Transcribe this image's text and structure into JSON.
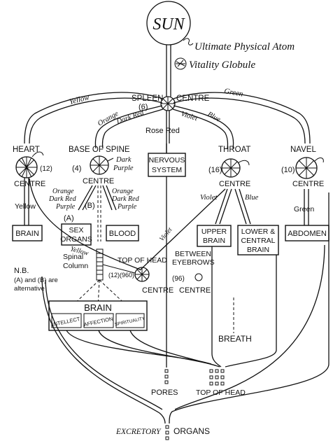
{
  "labels": {
    "sun": "SUN",
    "ultimate_atom": "Ultimate Physical Atom",
    "vitality_globule": "Vitality Globule",
    "spleen": "SPLEEN",
    "spleen_num": "(6)",
    "centre": "CENTRE",
    "yellow": "Yellow",
    "green": "Green",
    "orange": "Orange",
    "dark_red": "Dark Red",
    "violet": "Violet",
    "blue": "Blue",
    "rose_red": "Rose Red",
    "nervous_system_1": "NERVOUS",
    "nervous_system_2": "SYSTEM",
    "heart": "HEART",
    "heart_num": "(12)",
    "base_of_spine": "BASE OF SPINE",
    "base_num": "(4)",
    "dark_purple_1": "Dark",
    "dark_purple_2": "Purple",
    "throat": "THROAT",
    "throat_num": "(16)",
    "navel": "NAVEL",
    "navel_num": "(10)",
    "left_orange": "Orange",
    "left_darkred": "Dark Red",
    "left_purple": "Purple",
    "right_orange": "Orange",
    "right_darkred": "Dark Red",
    "right_purple": "Purple",
    "heart_yellow": "Yellow",
    "navel_green": "Green",
    "throat_violet": "Violet",
    "throat_blue": "Blue",
    "brain": "BRAIN",
    "a_label": "(A)",
    "b_label": "(B)",
    "sex_organs_1": "SEX",
    "sex_organs_2": "ORGANS",
    "blood": "BLOOD",
    "upper_brain_1": "UPPER",
    "upper_brain_2": "BRAIN",
    "lower_brain_1": "LOWER &",
    "lower_brain_2": "CENTRAL",
    "lower_brain_3": "BRAIN",
    "abdomen": "ABDOMEN",
    "spinal_1": "Spinal",
    "spinal_2": "Column",
    "spinal_yellow": "Yellow",
    "violet_diag": "Violet",
    "top_of_head": "TOP OF HEAD",
    "top_num": "(12)(960)",
    "between_1": "BETWEEN",
    "between_2": "EYEBROWS",
    "between_num": "(96)",
    "nb_1": "N.B.",
    "nb_2": "(A) and (B) are",
    "nb_3": "alternative",
    "brain_big": "BRAIN",
    "intellect": "INTELLECT",
    "affection": "AFFECTION",
    "spirituality": "SPIRITUALITY",
    "breath": "BREATH",
    "pores": "PORES",
    "top_of_head_bottom": "TOP OF HEAD",
    "excretory": "EXCRETORY",
    "organs": "ORGANS"
  }
}
